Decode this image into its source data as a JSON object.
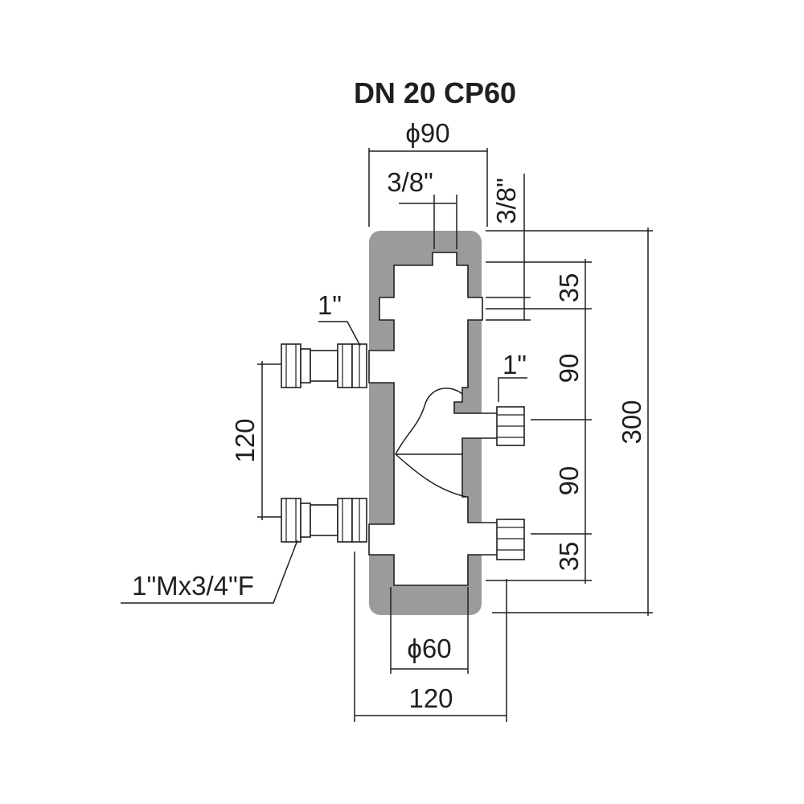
{
  "title": "DN 20 CP60",
  "dimensions": {
    "top_diameter": "ϕ90",
    "bottom_diameter": "ϕ60",
    "top_port_thread": "3/8\"",
    "side_port_thread": "3/8\"",
    "left_port_thread": "1\"",
    "right_port_thread": "1\"",
    "fitting_thread": "1\"Mx3/4\"F",
    "left_spacing": "120",
    "right_top_spacing": "35",
    "right_upper_spacing": "90",
    "right_lower_spacing": "90",
    "right_bottom_spacing": "35",
    "total_height": "300",
    "total_width": "120"
  }
}
